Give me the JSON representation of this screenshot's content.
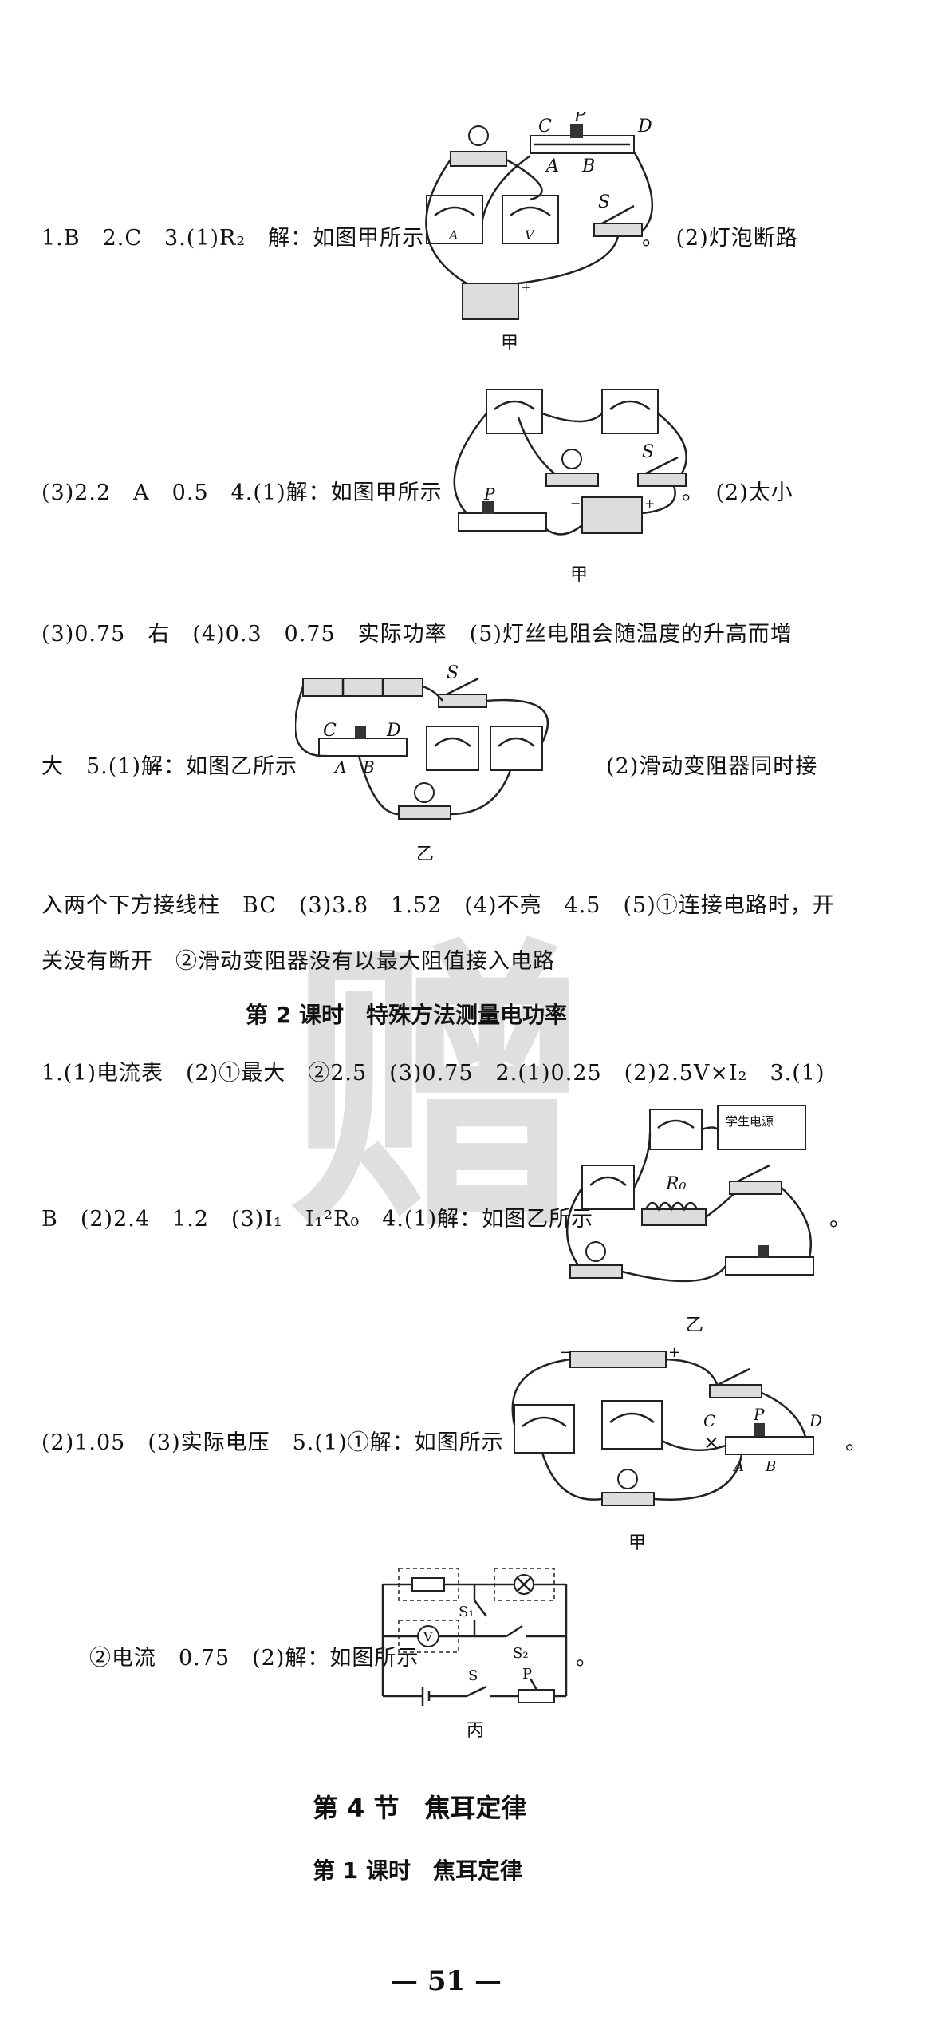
{
  "lines": {
    "l1a": "1.B　2.C　3.(1)R₂　解：如图甲所示",
    "l1b": "。　(2)灯泡断路",
    "l2a": "(3)2.2　A　0.5　4.(1)解：如图甲所示",
    "l2b": "。　(2)太小",
    "l3": "(3)0.75　右　(4)0.3　0.75　实际功率　(5)灯丝电阻会随温度的升高而增",
    "l4a": "大　5.(1)解：如图乙所示",
    "l4b": "(2)滑动变阻器同时接",
    "l5": "入两个下方接线柱　BC　(3)3.8　1.52　(4)不亮　4.5　(5)①连接电路时，开",
    "l6": "关没有断开　②滑动变阻器没有以最大阻值接入电路",
    "h1": "第 2 课时　特殊方法测量电功率",
    "l7": "1.(1)电流表　(2)①最大　②2.5　(3)0.75　2.(1)0.25　(2)2.5V×I₂　3.(1)",
    "l8a": "B　(2)2.4　1.2　(3)I₁　I₁²R₀　4.(1)解：如图乙所示",
    "l8b": "。",
    "l9a": "(2)1.05　(3)实际电压　5.(1)①解：如图所示",
    "l9b": "。",
    "l10a": "②电流　0.75　(2)解：如图所示",
    "l10b": "。",
    "h2": "第 4 节　焦耳定律",
    "h3": "第 1 课时　焦耳定律"
  },
  "captions": {
    "c1": "甲",
    "c2": "甲",
    "c3": "乙",
    "c4": "乙",
    "c5": "甲",
    "c6": "丙"
  },
  "diagram_labels": {
    "C": "C",
    "D": "D",
    "P": "P",
    "A": "A",
    "B": "B",
    "S": "S",
    "R0": "R₀",
    "S1": "S₁",
    "S2": "S₂",
    "V": "V",
    "Am": "A",
    "power": "学生电源",
    "plus": "+",
    "minus": "−",
    "cross": "×"
  },
  "watermark": "赠",
  "page_number": "— 51 —"
}
